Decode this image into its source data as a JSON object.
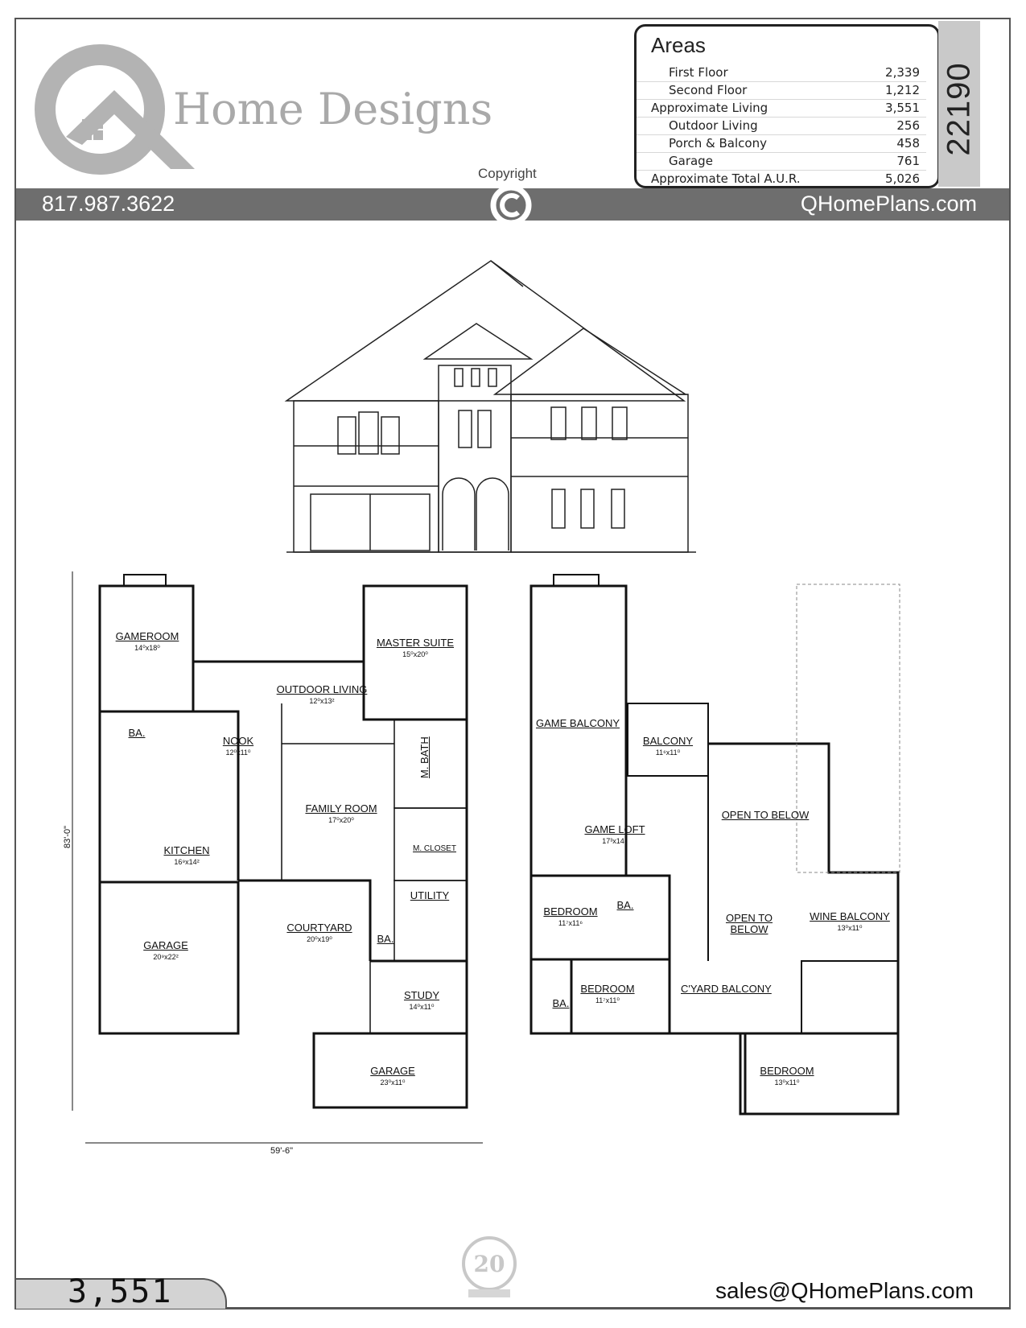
{
  "brand": {
    "name": "Home Designs"
  },
  "areas": {
    "title": "Areas",
    "rows": [
      {
        "label": "First Floor",
        "value": "2,339",
        "indent": true
      },
      {
        "label": "Second Floor",
        "value": "1,212",
        "indent": true
      },
      {
        "label": "Approximate Living",
        "value": "3,551",
        "indent": false
      },
      {
        "label": "Outdoor Living",
        "value": "256",
        "indent": true
      },
      {
        "label": "Porch & Balcony",
        "value": "458",
        "indent": true
      },
      {
        "label": "Garage",
        "value": "761",
        "indent": true
      },
      {
        "label": "Approximate Total A.U.R.",
        "value": "5,026",
        "indent": false
      }
    ]
  },
  "plan_number": "22190",
  "copyright": "Copyright",
  "contact": {
    "phone": "817.987.3622",
    "website": "QHomePlans.com",
    "email": "sales@QHomePlans.com"
  },
  "first_floor": {
    "rooms": [
      {
        "key": "gameroom",
        "name": "GAMEROOM",
        "dims": "14⁰x18⁰"
      },
      {
        "key": "master",
        "name": "MASTER SUITE",
        "dims": "15⁰x20⁰"
      },
      {
        "key": "outdoor",
        "name": "OUTDOOR LIVING",
        "dims": "12⁰x13²"
      },
      {
        "key": "ba",
        "name": "BA.",
        "dims": ""
      },
      {
        "key": "nook",
        "name": "NOOK",
        "dims": "12⁰x11⁰"
      },
      {
        "key": "mbath",
        "name": "M. BATH",
        "dims": ""
      },
      {
        "key": "family",
        "name": "FAMILY ROOM",
        "dims": "17⁰x20⁰"
      },
      {
        "key": "kitchen",
        "name": "KITCHEN",
        "dims": "16⁹x14²"
      },
      {
        "key": "mcloset",
        "name": "M. CLOSET",
        "dims": ""
      },
      {
        "key": "utility",
        "name": "UTILITY",
        "dims": ""
      },
      {
        "key": "garage1",
        "name": "GARAGE",
        "dims": "20⁹x22²"
      },
      {
        "key": "courtyard",
        "name": "COURTYARD",
        "dims": "20⁰x19⁰"
      },
      {
        "key": "ba2",
        "name": "BA.",
        "dims": ""
      },
      {
        "key": "study",
        "name": "STUDY",
        "dims": "14⁰x11⁰"
      },
      {
        "key": "garage2",
        "name": "GARAGE",
        "dims": "23⁰x11⁰"
      }
    ],
    "depth": "83'-0\"",
    "width": "59'-6\""
  },
  "second_floor": {
    "rooms": [
      {
        "key": "gamebalc",
        "name": "GAME BALCONY",
        "dims": ""
      },
      {
        "key": "balcony",
        "name": "BALCONY",
        "dims": "11⁶x11⁰"
      },
      {
        "key": "open1",
        "name": "OPEN TO BELOW",
        "dims": ""
      },
      {
        "key": "gameloft",
        "name": "GAME LOFT",
        "dims": "17³x14⁴"
      },
      {
        "key": "bed1",
        "name": "BEDROOM",
        "dims": "11⁷x11⁶"
      },
      {
        "key": "ba3",
        "name": "BA.",
        "dims": ""
      },
      {
        "key": "open2",
        "name": "OPEN TO BELOW",
        "dims": ""
      },
      {
        "key": "wine",
        "name": "WINE BALCONY",
        "dims": "13⁰x11⁰"
      },
      {
        "key": "bed2",
        "name": "BEDROOM",
        "dims": "11⁷x11⁰"
      },
      {
        "key": "ba4",
        "name": "BA.",
        "dims": ""
      },
      {
        "key": "cyard",
        "name": "C'YARD BALCONY",
        "dims": ""
      },
      {
        "key": "bed3",
        "name": "BEDROOM",
        "dims": "13⁰x11⁰"
      }
    ]
  },
  "footer": {
    "living_area": "3,551"
  }
}
